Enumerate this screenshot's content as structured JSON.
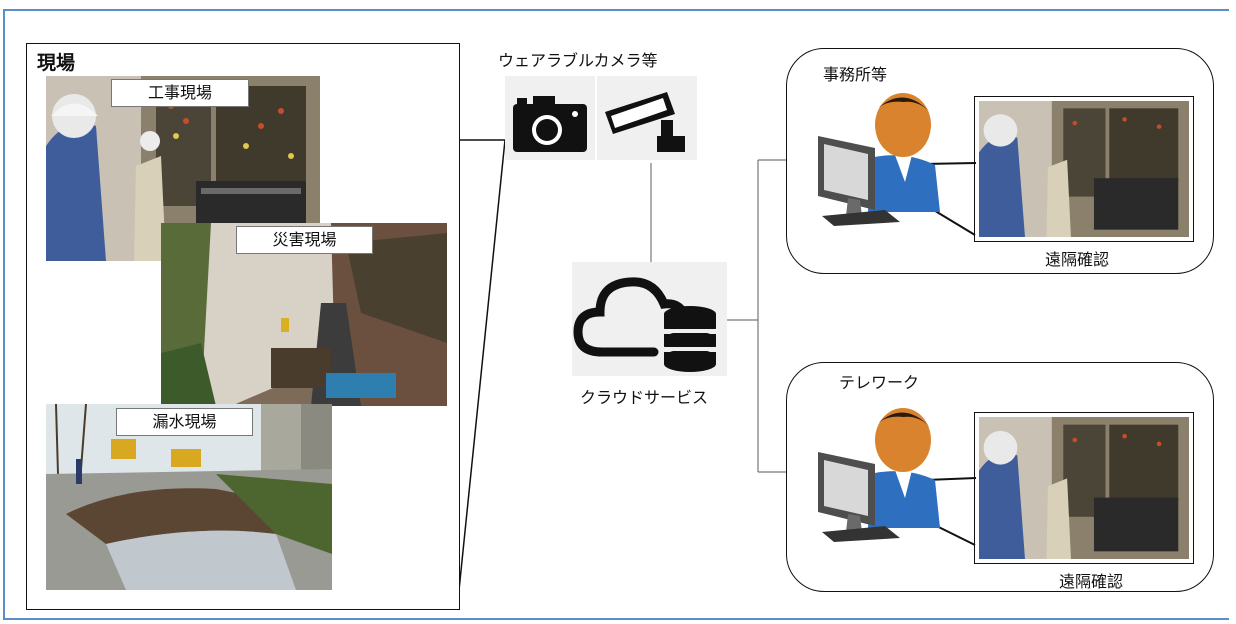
{
  "site": {
    "title": "現場",
    "photos": [
      {
        "label": "工事現場"
      },
      {
        "label": "災害現場"
      },
      {
        "label": "漏水現場"
      }
    ]
  },
  "camera": {
    "label": "ウェアラブルカメラ等"
  },
  "cloud": {
    "label": "クラウドサービス"
  },
  "locations": [
    {
      "title": "事務所等",
      "caption": "遠隔確認"
    },
    {
      "title": "テレワーク",
      "caption": "遠隔確認"
    }
  ],
  "colors": {
    "frame": "#5b8ec6",
    "person_suit": "#2f6fc0",
    "person_skin": "#d9832e"
  }
}
